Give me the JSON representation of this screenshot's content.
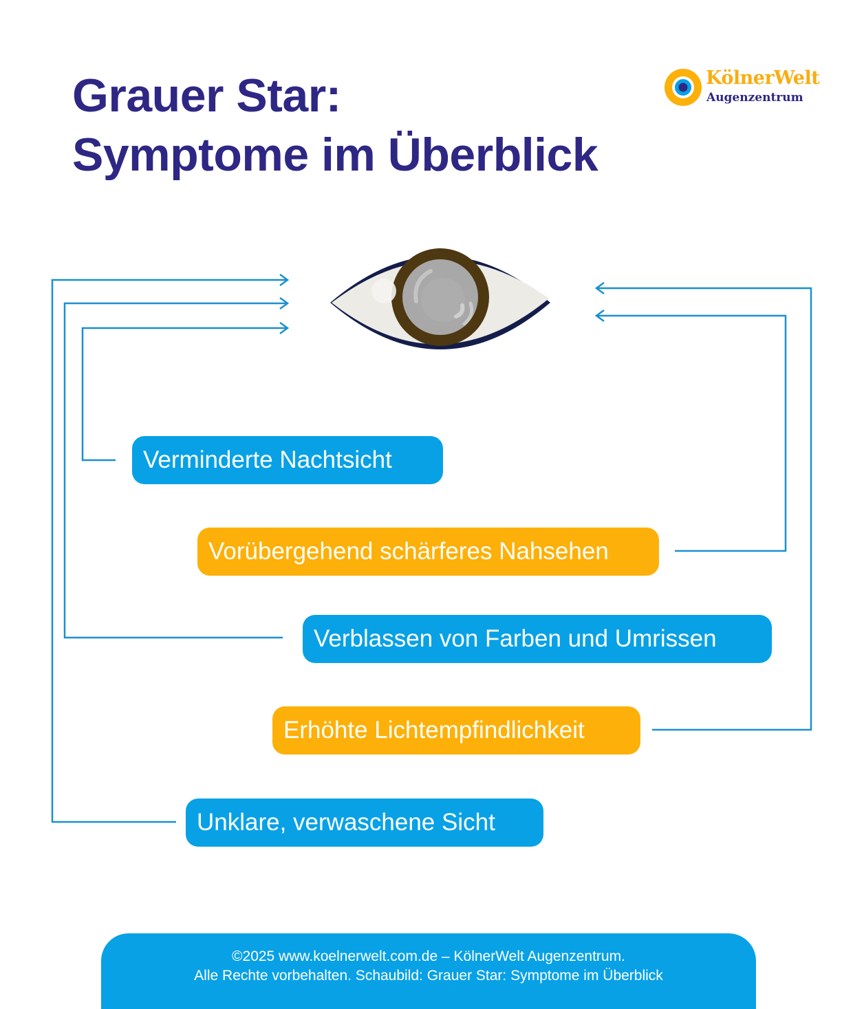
{
  "title": {
    "line1": "Grauer Star:",
    "line2": "Symptome im Überblick"
  },
  "logo": {
    "brand": "KölnerWelt",
    "subtitle": "Augenzentrum",
    "icon": "eye-target-logo-icon"
  },
  "illustration": {
    "icon": "eye-icon",
    "description": "Eye with clouded grey lens (cataract)"
  },
  "symptoms": [
    {
      "label": "Verminderte Nachtsicht",
      "color": "blue",
      "connector_side": "left"
    },
    {
      "label": "Vorübergehend schärferes Nahsehen",
      "color": "orange",
      "connector_side": "right"
    },
    {
      "label": "Verblassen von Farben und Umrissen",
      "color": "blue",
      "connector_side": "left"
    },
    {
      "label": "Erhöhte Lichtempfindlichkeit",
      "color": "orange",
      "connector_side": "right"
    },
    {
      "label": "Unklare, verwaschene Sicht",
      "color": "blue",
      "connector_side": "left"
    }
  ],
  "footer": {
    "line1": "©2025 www.koelnerwelt.com.de – KölnerWelt Augenzentrum.",
    "line2": "Alle Rechte vorbehalten. Schaubild: Grauer Star: Symptome im Überblick"
  },
  "colors": {
    "title": "#2e2784",
    "blue": "#08a1e6",
    "orange": "#fdb009",
    "connector": "#1a8fd1",
    "eye_outline": "#141d4a",
    "iris": "#4e3812",
    "lens": "#a8a8a8"
  }
}
